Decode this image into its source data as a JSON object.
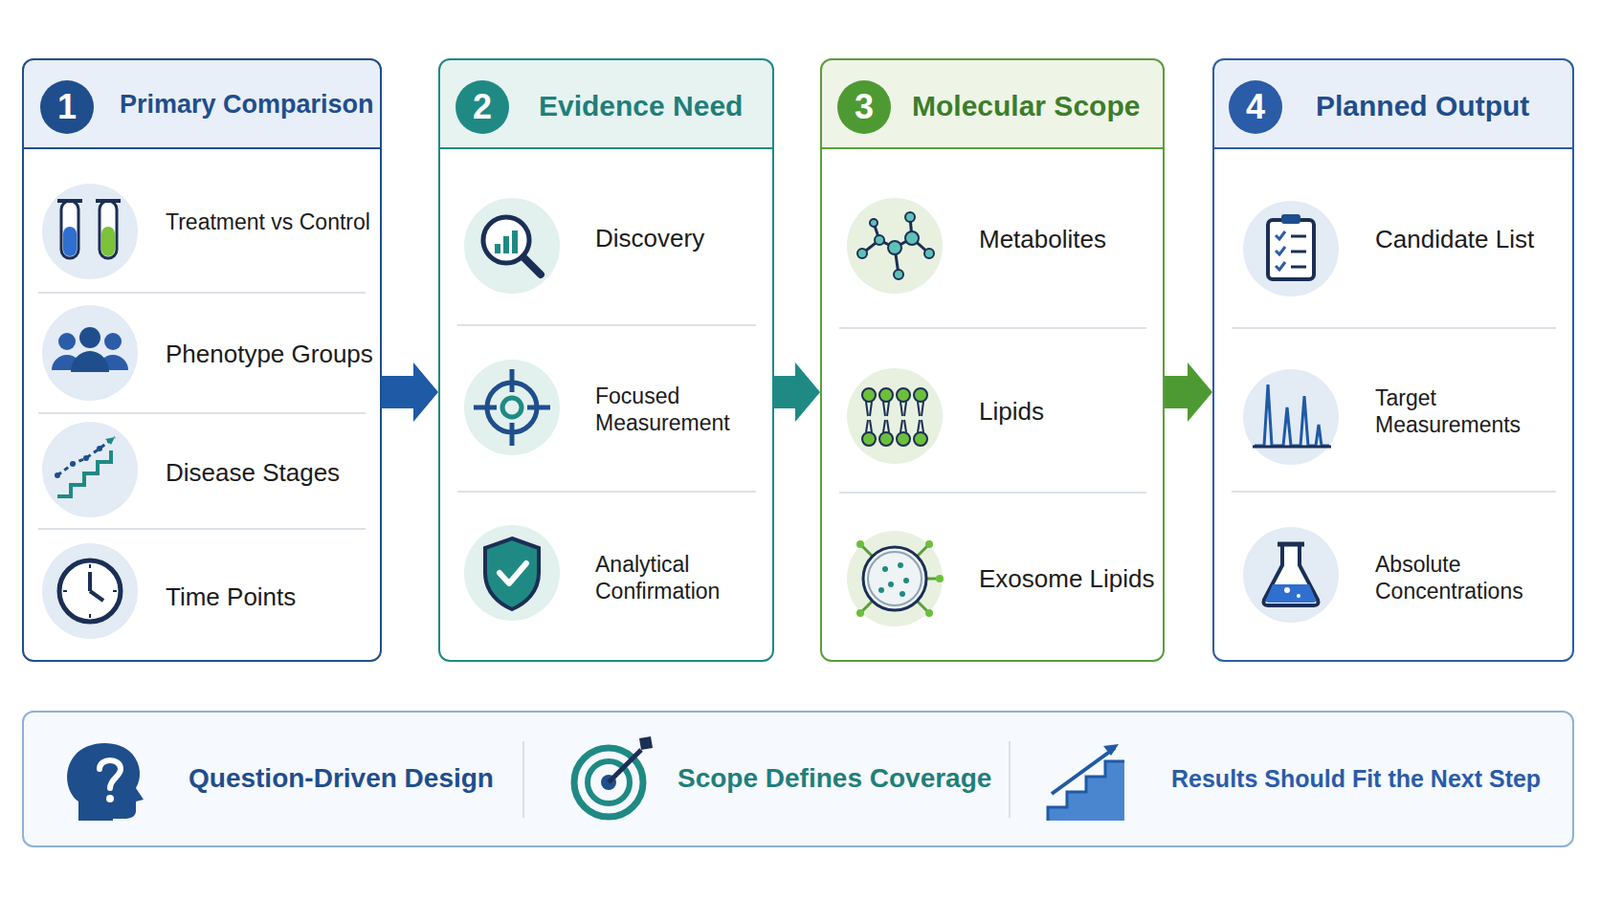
{
  "diagram": {
    "nodes": [
      {
        "text": [
          "Primary Comparison"
        ]
      },
      {
        "text": [
          "1"
        ],
        "in": 0
      },
      {
        "text": [
          "Treatment vs Control"
        ],
        "in": 0
      },
      {
        "text": [
          "Phenotype Groups"
        ],
        "in": 0
      },
      {
        "text": [
          "Disease Stages"
        ],
        "in": 0
      },
      {
        "text": [
          "Time Points"
        ],
        "in": 0
      },
      {
        "text": [
          "Evidence Need"
        ]
      },
      {
        "text": [
          "2"
        ],
        "in": 6
      },
      {
        "text": [
          "Discovery"
        ],
        "in": 6
      },
      {
        "text": [
          "Focused Measurement"
        ],
        "in": 6
      },
      {
        "text": [
          "Analytical Confirmation"
        ],
        "in": 6
      },
      {
        "text": [
          "Molecular Scope"
        ]
      },
      {
        "text": [
          "3"
        ],
        "in": 11
      },
      {
        "text": [
          "Metabolites"
        ],
        "in": 11
      },
      {
        "text": [
          "Lipids"
        ],
        "in": 11
      },
      {
        "text": [
          "Exosome Lipids"
        ],
        "in": 11
      },
      {
        "text": [
          "Planned Output"
        ]
      },
      {
        "text": [
          "4"
        ],
        "in": 16
      },
      {
        "text": [
          "Candidate List"
        ],
        "in": 16
      },
      {
        "text": [
          "Target Measurements"
        ],
        "in": 16
      },
      {
        "text": [
          "Absolute Concentrations"
        ],
        "in": 16
      },
      {
        "text": [
          "Question-Driven Design",
          "Scope Defines Coverage",
          "Results Should Fit the Next Step"
        ]
      }
    ],
    "edges": [
      {
        "from": 0,
        "to": 6,
        "arrow": "to"
      },
      {
        "from": 6,
        "to": 11,
        "arrow": "to"
      },
      {
        "from": 11,
        "to": 16,
        "arrow": "to"
      }
    ]
  }
}
